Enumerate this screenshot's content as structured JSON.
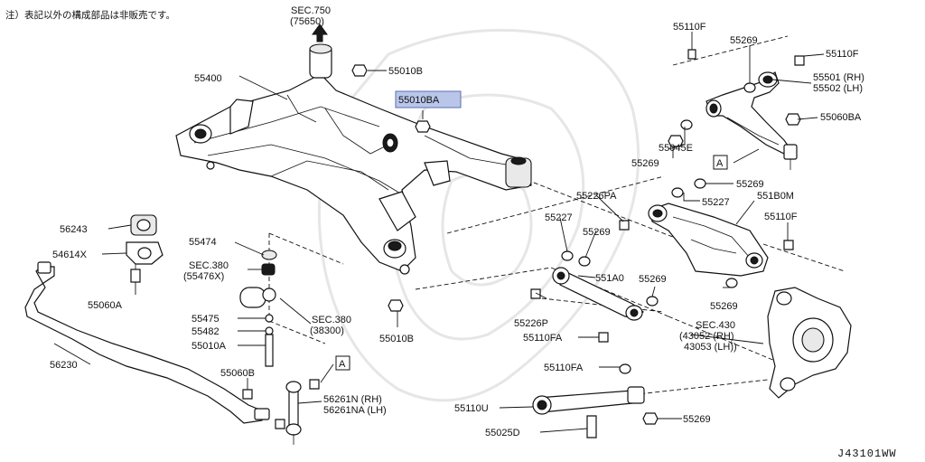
{
  "note": "注）表記以外の構成部品は非販売です。",
  "diagram_code": "J43101WW",
  "highlighted_part": "55010BA",
  "labels": {
    "sec750_a": "SEC.750",
    "sec750_b": "(75650)",
    "p55400": "55400",
    "p55010B_top": "55010B",
    "p55010BA": "55010BA",
    "p55110F_a": "55110F",
    "p55269_a": "55269",
    "p55110F_b": "55110F",
    "p55501": "55501 (RH)",
    "p55502": "55502 (LH)",
    "p55060BA": "55060BA",
    "p55045E": "55045E",
    "p55269_b": "55269",
    "boxA_right": "A",
    "p55269_c": "55269",
    "p55226PA": "55226PA",
    "p55227_a": "55227",
    "p551B0M": "551B0M",
    "p55227_b": "55227",
    "p55110F_c": "55110F",
    "p55269_d": "55269",
    "p56243": "56243",
    "p54614X": "54614X",
    "p55060A": "55060A",
    "p55474": "55474",
    "sec380_a1": "SEC.380",
    "sec380_a2": "(55476X)",
    "p551A0": "551A0",
    "p55269_e": "55269",
    "p55226P": "55226P",
    "p55269_f": "55269",
    "p55475": "55475",
    "p55482": "55482",
    "sec380_b1": "SEC.380",
    "sec380_b2": "(38300)",
    "p55010B_mid": "55010B",
    "sec430_a": "SEC.430",
    "sec430_b": "(43052 (RH)",
    "sec430_c": "43053 (LH))",
    "p55110FA_a": "55110FA",
    "p55010A": "55010A",
    "p56230": "56230",
    "boxA_left": "A",
    "p55060B": "55060B",
    "p55110FA_b": "55110FA",
    "p56261N": "56261N (RH)",
    "p56261NA": "56261NA (LH)",
    "p55110U": "55110U",
    "p55269_g": "55269",
    "p55025D": "55025D"
  }
}
